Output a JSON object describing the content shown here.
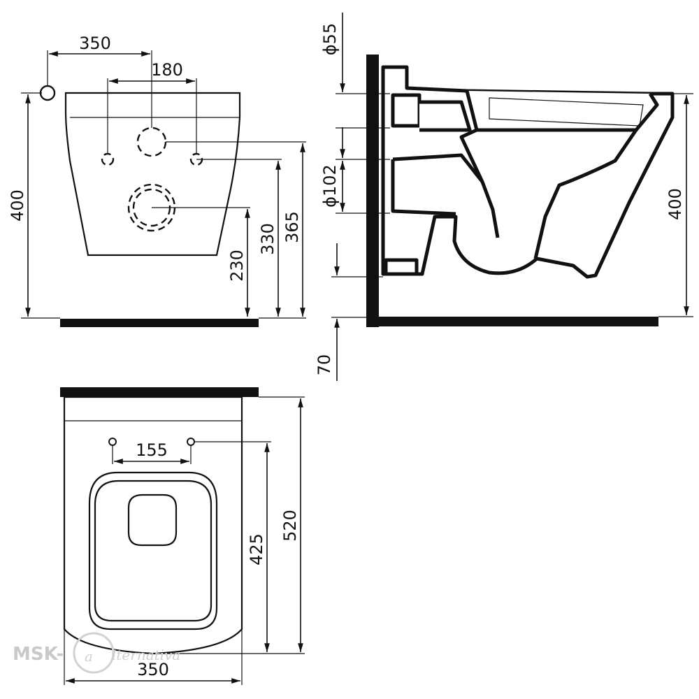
{
  "front_view": {
    "width": "350",
    "bolt_spacing": "180",
    "height": "400",
    "drain_height": "230",
    "bolt_height": "330",
    "inlet_height": "365"
  },
  "side_view": {
    "inlet_diameter": "ϕ55",
    "outlet_diameter": "ϕ102",
    "height": "400",
    "floor_gap": "70"
  },
  "top_view": {
    "bolt_spacing": "155",
    "bolt_depth": "425",
    "length": "520",
    "width": "350"
  },
  "watermark": {
    "brand": "MSK-",
    "script": "lternativa"
  }
}
